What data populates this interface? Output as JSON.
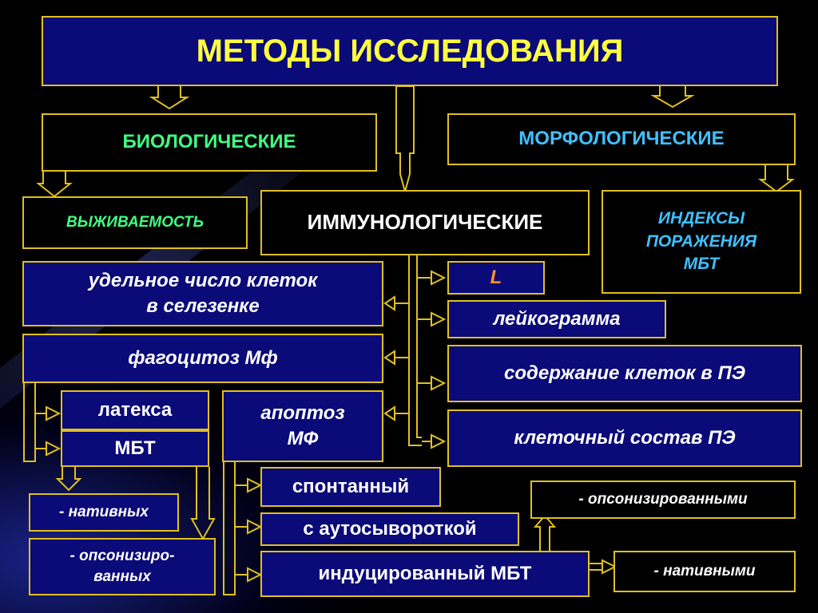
{
  "title": "МЕТОДЫ ИССЛЕДОВАНИЯ",
  "categories": {
    "biological": "БИОЛОГИЧЕСКИЕ",
    "morphological": "МОРФОЛОГИЧЕСКИЕ",
    "immunological": "ИММУНОЛОГИЧЕСКИЕ"
  },
  "biological": {
    "survival": "ВЫЖИВАЕМОСТЬ"
  },
  "morphological": {
    "indices_line1": "ИНДЕКСЫ",
    "indices_line2": "ПОРАЖЕНИЯ",
    "indices_line3": "МБТ"
  },
  "immunological": {
    "spleen_line1": "удельное число клеток",
    "spleen_line2": "в селезенке",
    "phagocytosis": "фагоцитоз Мф",
    "latex": "латекса",
    "mbt": "МБТ",
    "native": "- нативных",
    "opsonized_line1": "- опсонизиро-",
    "opsonized_line2": "ванных",
    "apoptosis_line1": "апоптоз",
    "apoptosis_line2": "МФ",
    "spontaneous": "спонтанный",
    "autoserum": "с аутосывороткой",
    "induced": "индуцированный МБТ",
    "opsonized_by": "- опсонизированными",
    "native_by": "- нативными",
    "l": "L",
    "leukogram": "лейкограмма",
    "pe_content": "содержание клеток в ПЭ",
    "pe_composition": "клеточный состав ПЭ"
  },
  "colors": {
    "border": "#e0c020",
    "box_blue": "#0a0a78",
    "title_text": "#ffff40",
    "biological_text": "#40ff80",
    "morphological_text": "#40c0ff"
  }
}
